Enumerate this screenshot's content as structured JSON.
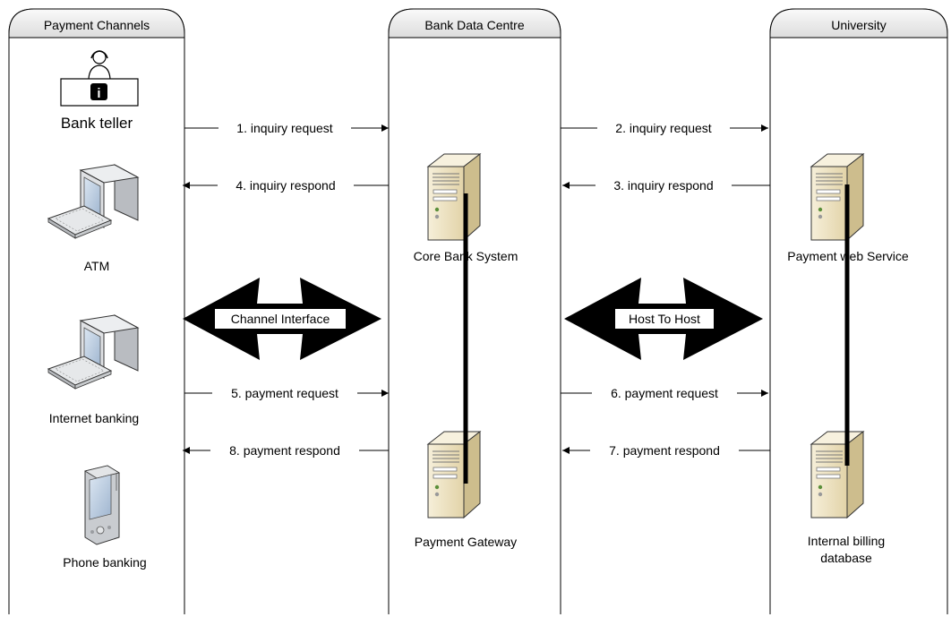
{
  "lanes": {
    "left": "Payment Channels",
    "center": "Bank Data Centre",
    "right": "University"
  },
  "channels": {
    "teller": "Bank teller",
    "atm": "ATM",
    "internet": "Internet banking",
    "phone": "Phone banking"
  },
  "bank": {
    "core": "Core Bank System",
    "gateway": "Payment Gateway"
  },
  "university": {
    "service": "Payment web Service",
    "billing_line1": "Internal billing",
    "billing_line2": "database"
  },
  "messages": {
    "m1": "1. inquiry request",
    "m2": "2. inquiry request",
    "m3": "3. inquiry respond",
    "m4": "4. inquiry respond",
    "m5": "5. payment request",
    "m6": "6. payment request",
    "m7": "7. payment respond",
    "m8": "8. payment respond"
  },
  "interfaces": {
    "channel": "Channel Interface",
    "host": "Host To Host"
  },
  "icons": {
    "teller": "bank-teller-icon",
    "atm": "computer-icon",
    "internet": "computer-icon",
    "phone": "pda-phone-icon",
    "servers": "server-tower-icon"
  },
  "colors": {
    "lane_header": "#ececec",
    "server_body": "#efe5c8",
    "server_side": "#d6c79c",
    "monitor": "#dfe1e4",
    "screen": "#b8c9dd"
  }
}
